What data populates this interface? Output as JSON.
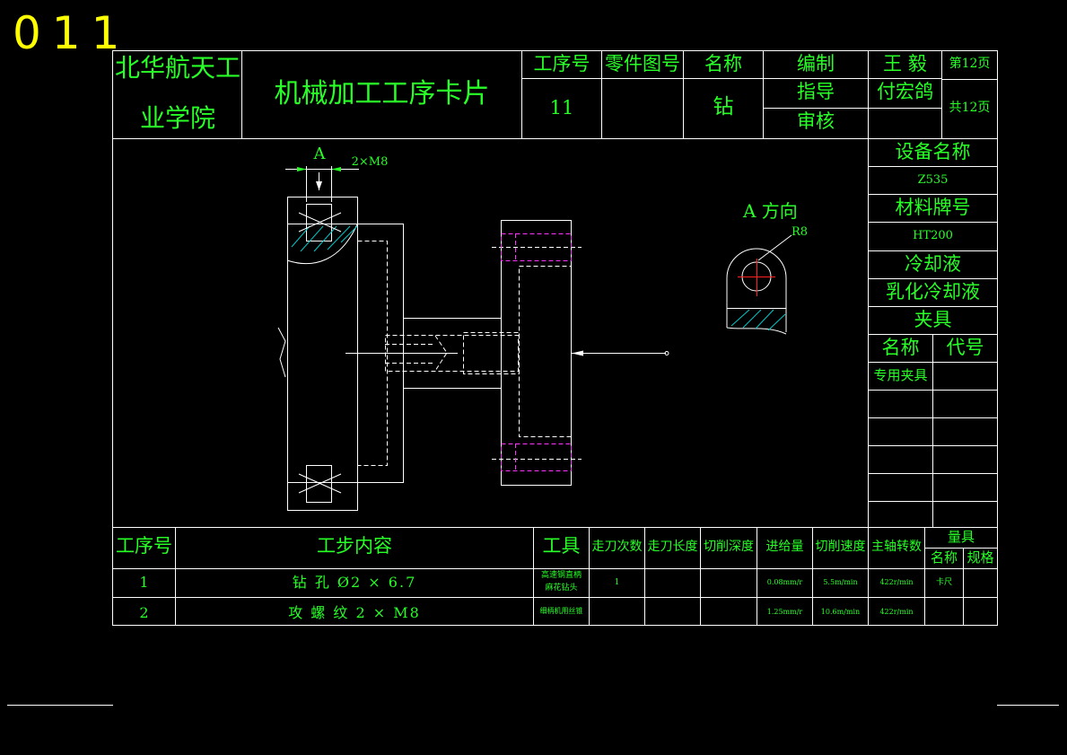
{
  "corner_label": "011",
  "header": {
    "school_line1": "北华航天工",
    "school_line2": "业学院",
    "card_title": "机械加工工序卡片",
    "col_process_no": "工序号",
    "col_part_drawing_no": "零件图号",
    "col_name": "名称",
    "process_no_value": "11",
    "name_value": "钻",
    "compiled_label": "编制",
    "compiled_value": "王 毅",
    "guided_label": "指导",
    "guided_value": "付宏鸽",
    "reviewed_label": "审核",
    "page_no": "第12页",
    "page_total": "共12页"
  },
  "side_panel": {
    "equipment_label": "设备名称",
    "equipment_value": "Z535",
    "material_label": "材料牌号",
    "material_value": "HT200",
    "coolant_label": "冷却液",
    "coolant_value": "乳化冷却液",
    "fixture_label": "夹具",
    "fixture_name_label": "名称",
    "fixture_code_label": "代号",
    "fixture_name_value": "专用夹具"
  },
  "drawing": {
    "view_a_label": "A",
    "thread_label": "2×M8",
    "direction_label": "A 方向",
    "radius_label": "R8"
  },
  "steps_table": {
    "headers": {
      "step_no": "工序号",
      "content": "工步内容",
      "tool": "工具",
      "passes": "走刀次数",
      "travel": "走刀长度",
      "depth": "切削深度",
      "feed": "进给量",
      "speed": "切削速度",
      "spindle": "主轴转数",
      "gauge": "量具",
      "gauge_name": "名称",
      "gauge_spec": "规格"
    },
    "rows": [
      {
        "no": "1",
        "content": "钻 孔 Ø2 × 6.7",
        "tool_line1": "高速钢直柄",
        "tool_line2": "麻花钻头",
        "passes": "1",
        "travel": "",
        "depth": "",
        "feed": "0.08mm/r",
        "speed": "5.5m/min",
        "spindle": "422r/min",
        "gauge_name": "卡尺",
        "gauge_spec": ""
      },
      {
        "no": "2",
        "content": "攻 螺 纹 2 × M8",
        "tool_line1": "细柄机用丝锥",
        "tool_line2": "",
        "passes": "",
        "travel": "",
        "depth": "",
        "feed": "1.25mm/r",
        "speed": "10.6m/min",
        "spindle": "422r/min",
        "gauge_name": "",
        "gauge_spec": ""
      }
    ]
  },
  "colors": {
    "frame": "#ffffff",
    "text": "#27ff27",
    "corner": "#ffff00",
    "hidden_line": "#ff33ff",
    "hatch": "#00c8c8",
    "center_line": "#ff2020"
  }
}
